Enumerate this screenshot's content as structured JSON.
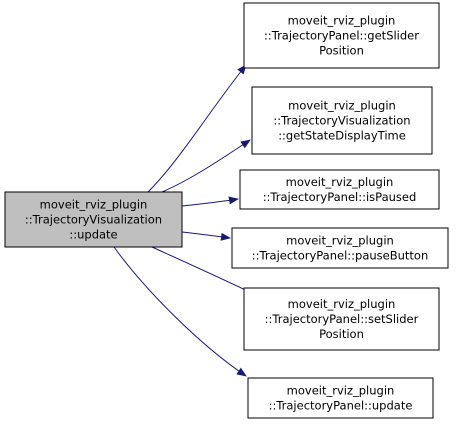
{
  "colors": {
    "edge": "#191970",
    "source_fill": "#bfbfbf",
    "node_fill": "#ffffff",
    "border": "#000000"
  },
  "source": {
    "lines": [
      "moveit_rviz_plugin",
      "::TrajectoryVisualization",
      "::update"
    ]
  },
  "targets": [
    {
      "lines": [
        "moveit_rviz_plugin",
        "::TrajectoryPanel::getSlider",
        "Position"
      ]
    },
    {
      "lines": [
        "moveit_rviz_plugin",
        "::TrajectoryVisualization",
        "::getStateDisplayTime"
      ]
    },
    {
      "lines": [
        "moveit_rviz_plugin",
        "::TrajectoryPanel::isPaused"
      ]
    },
    {
      "lines": [
        "moveit_rviz_plugin",
        "::TrajectoryPanel::pauseButton"
      ]
    },
    {
      "lines": [
        "moveit_rviz_plugin",
        "::TrajectoryPanel::setSlider",
        "Position"
      ]
    },
    {
      "lines": [
        "moveit_rviz_plugin",
        "::TrajectoryPanel::update"
      ]
    }
  ]
}
